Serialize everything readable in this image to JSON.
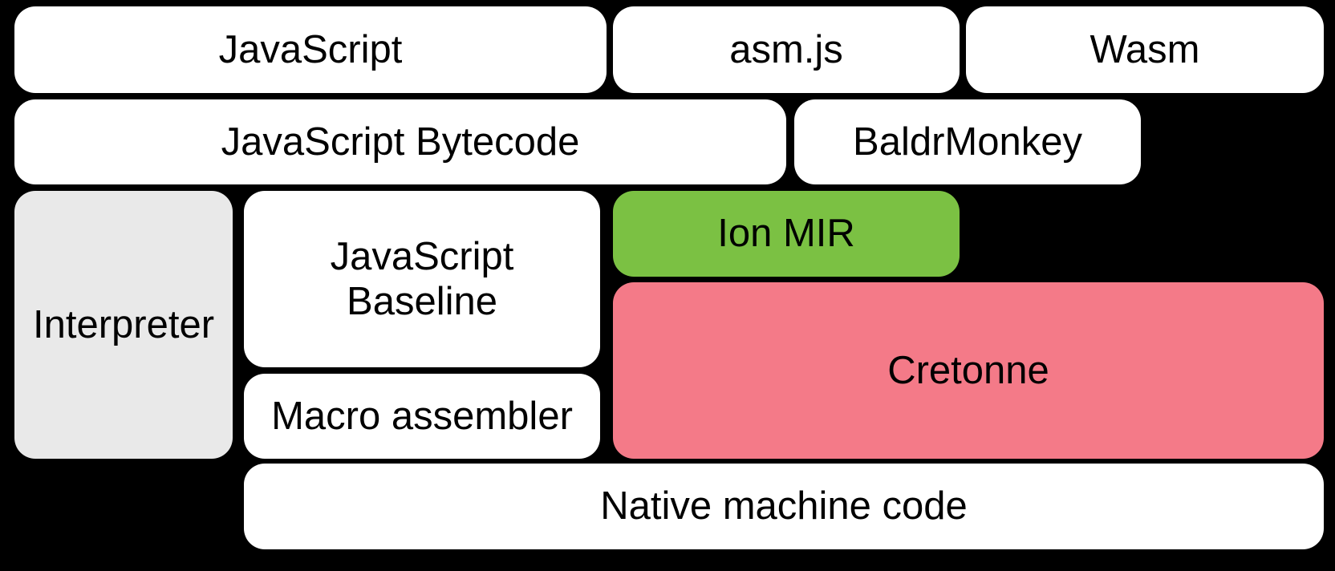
{
  "diagram": {
    "background": "#000000",
    "text_color": "#000000",
    "box_colors": {
      "default": "#ffffff",
      "interpreter_gray": "#e9e9e9",
      "ion_mir_green": "#7bc143",
      "cretonne_pink": "#f47a88"
    },
    "boxes": [
      {
        "id": "javascript",
        "label": "JavaScript",
        "fill": "#ffffff"
      },
      {
        "id": "asm-js",
        "label": "asm.js",
        "fill": "#ffffff"
      },
      {
        "id": "wasm",
        "label": "Wasm",
        "fill": "#ffffff"
      },
      {
        "id": "javascript-bytecode",
        "label": "JavaScript Bytecode",
        "fill": "#ffffff"
      },
      {
        "id": "baldrmonkey",
        "label": "BaldrMonkey",
        "fill": "#ffffff"
      },
      {
        "id": "interpreter",
        "label": "Interpreter",
        "fill": "#e9e9e9"
      },
      {
        "id": "javascript-baseline",
        "label": "JavaScript Baseline",
        "fill": "#ffffff"
      },
      {
        "id": "ion-mir",
        "label": "Ion MIR",
        "fill": "#7bc143"
      },
      {
        "id": "cretonne",
        "label": "Cretonne",
        "fill": "#f47a88"
      },
      {
        "id": "macro-assembler",
        "label": "Macro assembler",
        "fill": "#ffffff"
      },
      {
        "id": "native-machine-code",
        "label": "Native machine code",
        "fill": "#ffffff"
      }
    ]
  }
}
